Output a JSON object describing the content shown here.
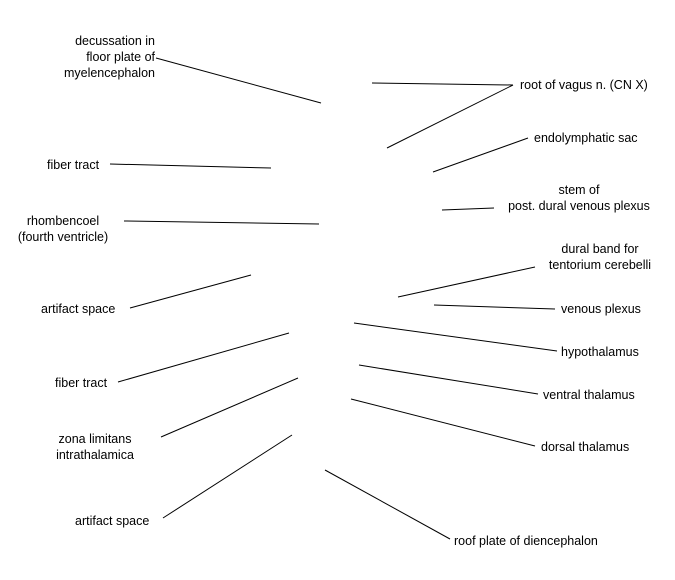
{
  "labels": {
    "decussation": [
      "decussation in",
      "floor plate of",
      "myelencephalon"
    ],
    "fiber_tract_upper": "fiber tract",
    "rhombencoel": [
      "rhombencoel",
      "(fourth ventricle)"
    ],
    "artifact_space_upper": "artifact space",
    "fiber_tract_lower": "fiber tract",
    "zona_limitans": [
      "zona limitans",
      "intrathalamica"
    ],
    "artifact_space_lower": "artifact space",
    "root_of_vagus": "root of vagus n. (CN X)",
    "endolymphatic_sac": "endolymphatic sac",
    "stem_of_plexus": [
      "stem of",
      "post. dural venous plexus"
    ],
    "dural_band": [
      "dural band for",
      "tentorium cerebelli"
    ],
    "venous_plexus": "venous plexus",
    "hypothalamus": "hypothalamus",
    "ventral_thalamus": "ventral thalamus",
    "dorsal_thalamus": "dorsal thalamus",
    "roof_plate": "roof plate of diencephalon"
  },
  "colors": {
    "line": "#000000",
    "text": "#000000",
    "background": "#ffffff"
  }
}
